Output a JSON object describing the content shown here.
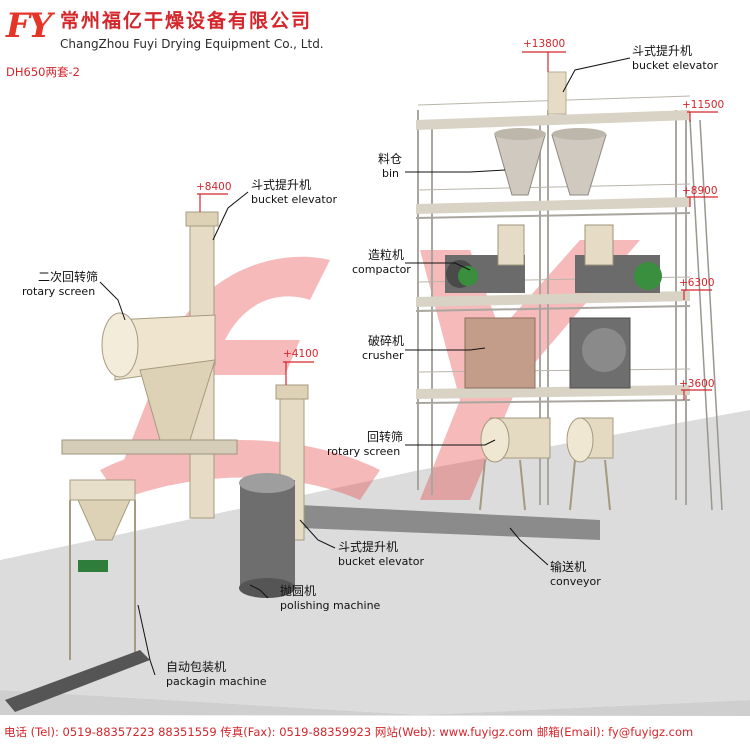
{
  "company": {
    "logo_text": "FY",
    "name_cn": "常州福亿干燥设备有限公司",
    "name_en": "ChangZhou Fuyi Drying Equipment Co., Ltd."
  },
  "model": "DH650两套-2",
  "labels": {
    "bucket_elevator_top": {
      "cn": "斗式提升机",
      "en": "bucket elevator"
    },
    "bin": {
      "cn": "料仓",
      "en": "bin"
    },
    "compactor": {
      "cn": "造粒机",
      "en": "compactor"
    },
    "crusher": {
      "cn": "破碎机",
      "en": "crusher"
    },
    "rotary_screen_right": {
      "cn": "回转筛",
      "en": "rotary screen"
    },
    "conveyor": {
      "cn": "输送机",
      "en": "conveyor"
    },
    "bucket_elevator_left": {
      "cn": "斗式提升机",
      "en": "bucket elevator"
    },
    "rotary_screen_left": {
      "cn": "二次回转筛",
      "en": "rotary screen"
    },
    "bucket_elevator_mid": {
      "cn": "斗式提升机",
      "en": "bucket elevator"
    },
    "polishing": {
      "cn": "抛圆机",
      "en": "polishing machine"
    },
    "packing": {
      "cn": "自动包装机",
      "en": "packagin machine"
    }
  },
  "elevations": {
    "e13800": "+13800",
    "e11500": "+11500",
    "e8900": "+8900",
    "e6300": "+6300",
    "e3600": "+3600",
    "e8400": "+8400",
    "e4100": "+4100"
  },
  "footer": "电话 (Tel): 0519-88357223 88351559 传真(Fax): 0519-88359923 网站(Web): www.fuyigz.com 邮箱(Email): fy@fuyigz.com",
  "colors": {
    "brand_red": "#d4262b",
    "machine_beige": "#eadfc8",
    "frame_gray": "#b8b6b0",
    "floor_gray": "#d9d9d9"
  }
}
